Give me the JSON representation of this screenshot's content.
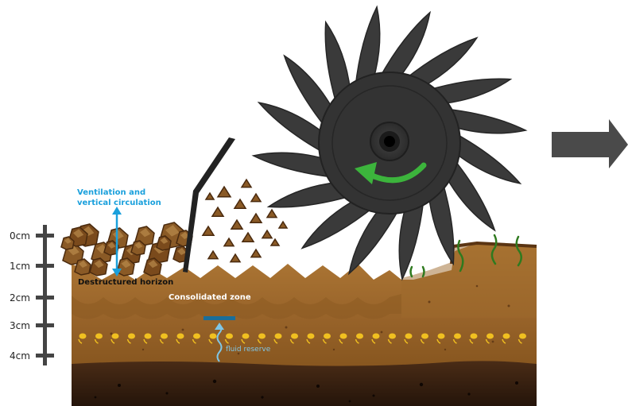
{
  "scale": {
    "labels": [
      "0cm",
      "1cm",
      "2cm",
      "3cm",
      "4cm"
    ]
  },
  "annotations": {
    "ventilation": [
      "Ventilation and",
      "vertical circulation"
    ],
    "destructured": "Destructured horizon",
    "consolidated": "Consolidated zone",
    "fluid_reserve": "fluid reserve"
  },
  "colors": {
    "annotation_blue": "#1aa0dc",
    "wheel_dark": "#3a3a3a",
    "rotation_arrow": "#3cb43c",
    "soil_top": "#a8722e",
    "soil_deep": "#2e1a0e",
    "seed_yellow": "#f0c020",
    "next_arrow": "#4a4a4a"
  },
  "icons": {
    "rotation": "curved-arrow-icon",
    "next": "right-arrow-icon"
  }
}
